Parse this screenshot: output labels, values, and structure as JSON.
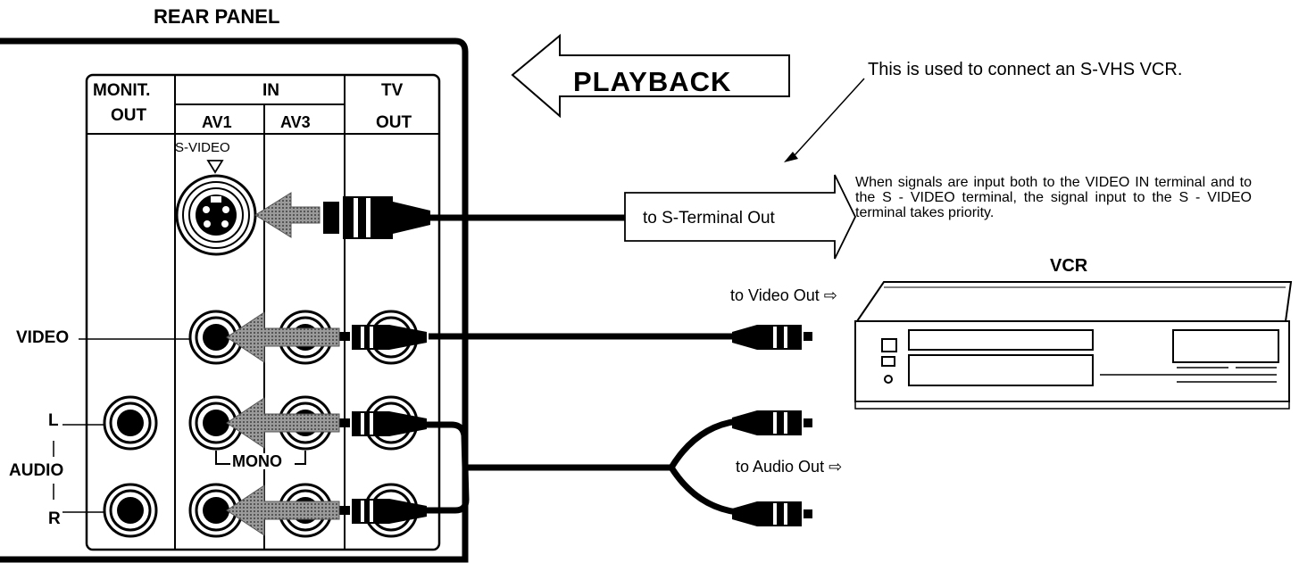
{
  "diagram": {
    "title": "REAR PANEL",
    "panel_headers": {
      "monit": "MONIT.",
      "monit_out": "OUT",
      "in": "IN",
      "av1": "AV1",
      "av3": "AV3",
      "tv": "TV",
      "tv_out": "OUT"
    },
    "svideo_label": "S-VIDEO",
    "side_labels": {
      "video": "VIDEO",
      "l": "L",
      "audio": "AUDIO",
      "r": "R"
    },
    "mono_label": "MONO",
    "playback_label": "PLAYBACK",
    "s_terminal_label": "to S-Terminal Out",
    "note_svhs": "This is used to connect an S-VHS VCR.",
    "note_priority": "When signals are input both to the VIDEO IN terminal and to the S - VIDEO terminal, the signal input to the S - VIDEO terminal takes priority.",
    "vcr_label": "VCR",
    "to_video_out": "to Video Out ⇨",
    "to_audio_out": "to Audio Out ⇨"
  },
  "colors": {
    "line": "#000000",
    "gray_arrow": "#8a8a8a",
    "background": "#ffffff"
  }
}
